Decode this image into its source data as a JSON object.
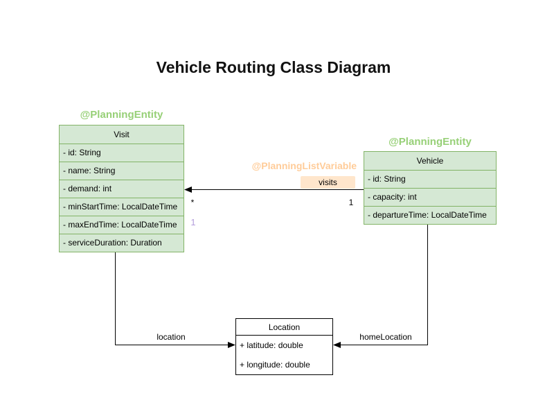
{
  "title": "Vehicle Routing Class Diagram",
  "classes": {
    "visit": {
      "annotation": "@PlanningEntity",
      "name": "Visit",
      "attributes": [
        "- id: String",
        "- name: String",
        "- demand: int",
        "- minStartTime: LocalDateTime",
        "- maxEndTime: LocalDateTime",
        "- serviceDuration: Duration"
      ]
    },
    "vehicle": {
      "annotation": "@PlanningEntity",
      "name": "Vehicle",
      "attributes": [
        "- id: String",
        "- capacity: int",
        "- departureTime: LocalDateTime"
      ]
    },
    "location": {
      "name": "Location",
      "attributes": [
        "+ latitude: double",
        "+ longitude: double"
      ]
    }
  },
  "relations": {
    "visits": {
      "annotation": "@PlanningListVariable",
      "label": "visits",
      "multiplicity_visit_side": "*",
      "multiplicity_vehicle_side": "1",
      "index_label": "1"
    },
    "location_edge": {
      "label": "location"
    },
    "home_location_edge": {
      "label": "homeLocation"
    }
  },
  "colors": {
    "class_fill_green": "#d5e8d4",
    "class_border_green": "#82b366",
    "annotation_green": "#97d077",
    "annotation_orange": "#ffcc99",
    "visits_badge_bg": "#ffe6cc",
    "index_purple": "#b39ddb",
    "edge_black": "#000000",
    "background": "#ffffff"
  }
}
